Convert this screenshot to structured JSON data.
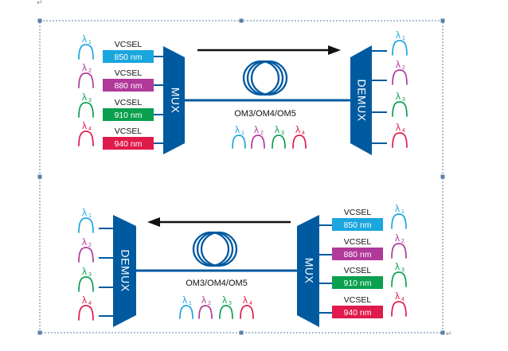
{
  "diagram": {
    "colors": {
      "blue": "#005aa0",
      "lambda1": "#1aa6de",
      "lambda2": "#b0399a",
      "lambda3": "#0aa04f",
      "lambda4": "#e01b4c",
      "selection": "#5b7fa6",
      "arrow": "#111111"
    },
    "lambda_symbol": "λ",
    "lambda_subscripts": [
      "1",
      "2",
      "3",
      "4"
    ],
    "top": {
      "mux_label": "MUX",
      "demux_label": "DEMUX",
      "fiber_label": "OM3/OM4/OM5",
      "direction": "left-to-right",
      "vcsels": [
        {
          "label": "VCSEL",
          "wavelength": "850 nm"
        },
        {
          "label": "VCSEL",
          "wavelength": "880 nm"
        },
        {
          "label": "VCSEL",
          "wavelength": "910 nm"
        },
        {
          "label": "VCSEL",
          "wavelength": "940 nm"
        }
      ]
    },
    "bottom": {
      "mux_label": "MUX",
      "demux_label": "DEMUX",
      "fiber_label": "OM3/OM4/OM5",
      "direction": "right-to-left",
      "vcsels": [
        {
          "label": "VCSEL",
          "wavelength": "850 nm"
        },
        {
          "label": "VCSEL",
          "wavelength": "880 nm"
        },
        {
          "label": "VCSEL",
          "wavelength": "910 nm"
        },
        {
          "label": "VCSEL",
          "wavelength": "940 nm"
        }
      ]
    },
    "paragraph_mark": "↵"
  }
}
